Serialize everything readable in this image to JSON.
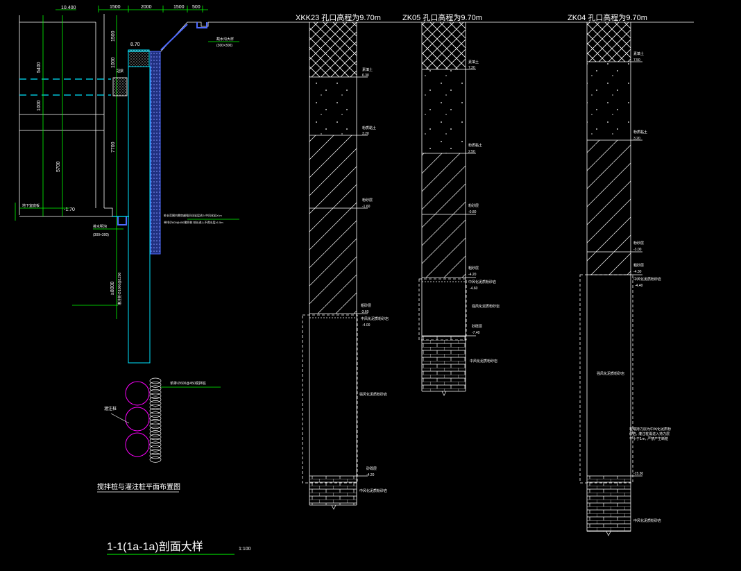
{
  "drawing": {
    "section_title": "1-1(1a-1a)剖面大样",
    "scale": "1:100",
    "plan_title": "搅拌桩与灌注桩平面布置图",
    "plan_label_pile": "灌注桩",
    "plan_label_mix": "单排∅600@450搅拌桩",
    "left_dims": {
      "top_elev": "10.400",
      "d1500a": "1500",
      "d2000": "2000",
      "d1500b": "1500",
      "d500": "500",
      "v1500": "1500",
      "v1000": "1000",
      "v5400": "5400",
      "v1000b": "1000",
      "v7700": "7700",
      "v5700": "5700",
      "elev_870": "8.70",
      "elev_m170": "-1.70",
      "v8000": "≥8000",
      "ditch_top": "截水沟大样",
      "ditch_top_size": "(300×300)",
      "ditch_bot": "排水明沟",
      "ditch_bot_size": "(300×300)",
      "slab_label": "地下室底板",
      "cap_label": "冠梁",
      "anchor_note": "桩长范围内需穿越强风化岩层进入中风化岩≥1m",
      "pile_note": "灌注桩∅1000@1200",
      "mix_note": "单排∅600@450搅拌桩 桩长进入不透水层≥1.5m"
    },
    "boreholes": [
      {
        "title": "XKK23  孔口高程为9.70m",
        "labels": [
          {
            "name": "素填土",
            "elev": "6.30"
          },
          {
            "name": "粉质黏土",
            "elev": "3.20"
          },
          {
            "name": "粉砂层",
            "elev": "-1.60"
          },
          {
            "name": "粗砂层",
            "elev": "-3.60"
          },
          {
            "name": "中风化泥质粉砂岩",
            "elev": "-4.00"
          },
          {
            "name": "砂砾层",
            "elev": "-4.20"
          },
          {
            "name": "中风化泥质粉砂岩",
            "elev": ""
          }
        ],
        "inner_label": "强风化泥质粉砂岩"
      },
      {
        "title": "ZK05  孔口高程为9.70m",
        "labels": [
          {
            "name": "素填土",
            "elev": "7.20"
          },
          {
            "name": "粉质黏土",
            "elev": "2.50"
          },
          {
            "name": "粉砂层",
            "elev": "-0.80"
          },
          {
            "name": "粗砂层",
            "elev": "-4.20"
          },
          {
            "name": "中风化泥质粉砂岩",
            "elev": "-4.60"
          },
          {
            "name": "强风化泥质粉砂岩",
            "elev": ""
          },
          {
            "name": "砂砾层",
            "elev": "-7.40"
          },
          {
            "name": "中风化泥质粉砂岩",
            "elev": ""
          }
        ]
      },
      {
        "title": "ZK04  孔口高程为9.70m",
        "labels": [
          {
            "name": "素填土",
            "elev": "7.50"
          },
          {
            "name": "粉质黏土",
            "elev": "3.20"
          },
          {
            "name": "粉砂层",
            "elev": "-3.00"
          },
          {
            "name": "粗砂层",
            "elev": "-4.30"
          },
          {
            "name": "中风化泥质粉砂岩",
            "elev": "-4.40"
          },
          {
            "name": "砂砾层",
            "elev": "-15.30"
          },
          {
            "name": "中风化泥质粉砂岩",
            "elev": ""
          }
        ],
        "inner_label": "强风化泥质粉砂岩",
        "side_note": "桩端持力层为中风化泥质粉砂岩, 灌注桩需进入持力层不小于1m, 严禁产生断桩"
      }
    ],
    "colors": {
      "background": "#000000",
      "line_white": "#ffffff",
      "dim_green": "#00ff00",
      "struct_cyan": "#00e5ff",
      "pile_blue": "#4f6bff",
      "circle_magenta": "#ff00ff"
    }
  }
}
